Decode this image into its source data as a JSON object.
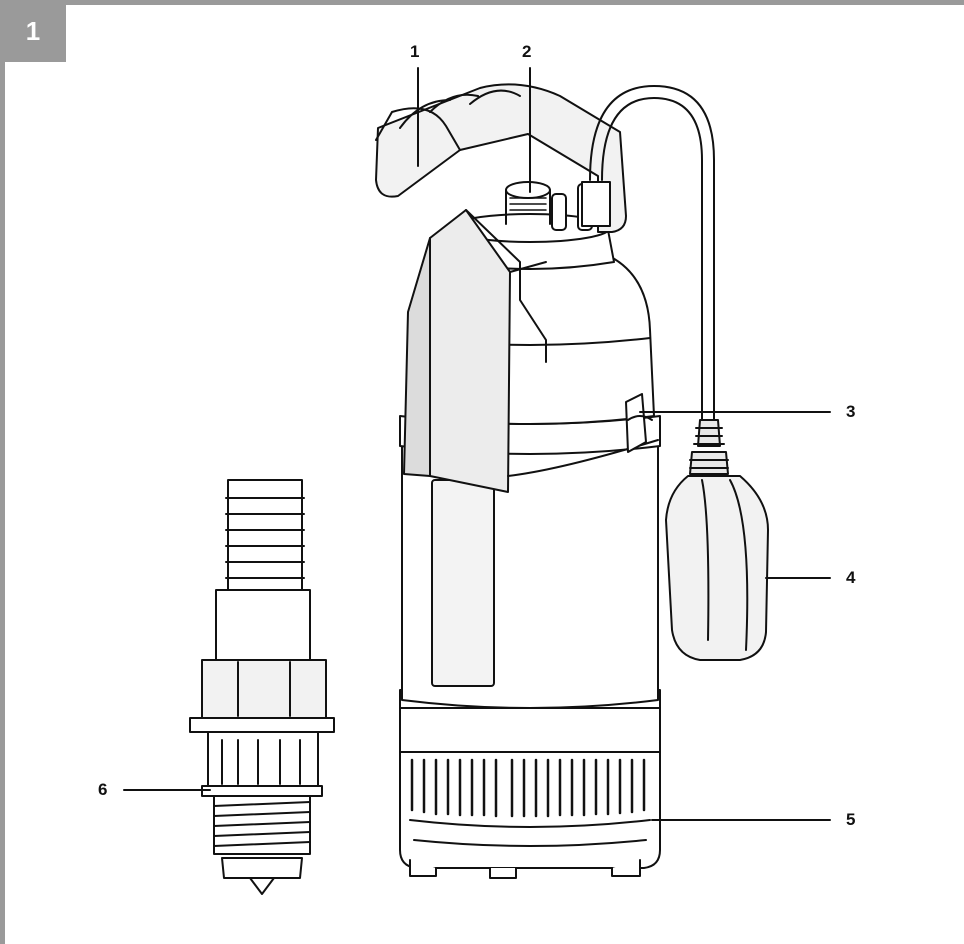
{
  "figure": {
    "number": "1"
  },
  "callouts": [
    {
      "number": "1"
    },
    {
      "number": "2"
    },
    {
      "number": "3"
    },
    {
      "number": "4"
    },
    {
      "number": "5"
    },
    {
      "number": "6"
    }
  ],
  "colors": {
    "frame": "#9a9a9a",
    "line": "#111111",
    "fill": "#ffffff",
    "shade": "#e8e8e8"
  }
}
